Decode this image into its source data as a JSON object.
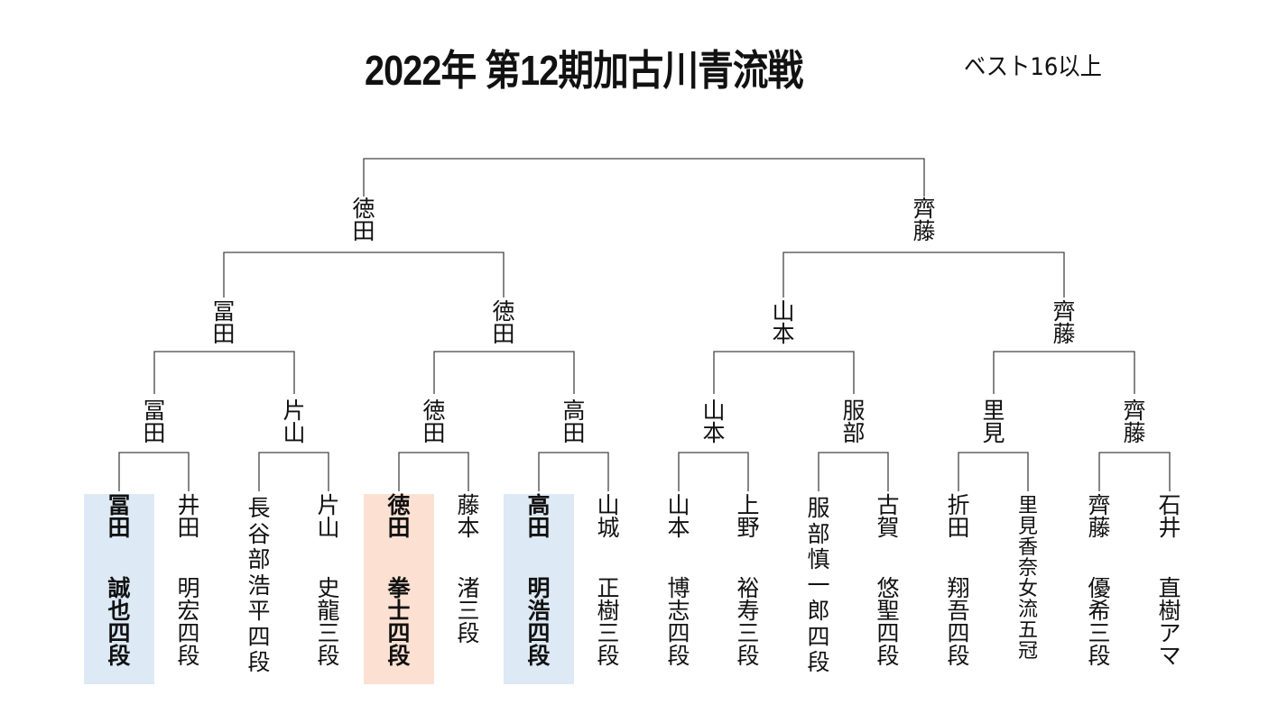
{
  "title": "2022年 第12期加古川青流戦",
  "subtitle": "ベスト16以上",
  "bracket": {
    "final_winners": [
      "徳田",
      "齊藤"
    ],
    "semifinal_winners": [
      "冨田",
      "徳田",
      "山本",
      "齊藤"
    ],
    "quarterfinal_winners": [
      "冨田",
      "片山",
      "徳田",
      "高田",
      "山本",
      "服部",
      "里見",
      "齊藤"
    ]
  },
  "players": [
    {
      "surname": "冨田",
      "given": "誠也四段",
      "highlight": "blue",
      "bold": true
    },
    {
      "surname": "井田",
      "given": "明宏四段"
    },
    {
      "surname": "長谷部浩平四段",
      "given": ""
    },
    {
      "surname": "片山",
      "given": "史龍三段"
    },
    {
      "surname": "徳田",
      "given": "拳士四段",
      "highlight": "peach",
      "bold": true
    },
    {
      "surname": "藤本",
      "given": "渚三段"
    },
    {
      "surname": "高田",
      "given": "明浩四段",
      "highlight": "blue",
      "bold": true
    },
    {
      "surname": "山城",
      "given": "正樹三段"
    },
    {
      "surname": "山本",
      "given": "博志四段"
    },
    {
      "surname": "上野",
      "given": "裕寿三段"
    },
    {
      "surname": "服部慎一郎四段",
      "given": ""
    },
    {
      "surname": "古賀",
      "given": "悠聖四段"
    },
    {
      "surname": "折田",
      "given": "翔吾四段"
    },
    {
      "surname": "里見香奈女流五冠",
      "given": ""
    },
    {
      "surname": "齊藤",
      "given": "優希三段"
    },
    {
      "surname": "石井",
      "given": "直樹アマ"
    }
  ],
  "colors": {
    "highlight_blue": "#dde9f5",
    "highlight_peach": "#fce1d2",
    "line": "#444444"
  }
}
